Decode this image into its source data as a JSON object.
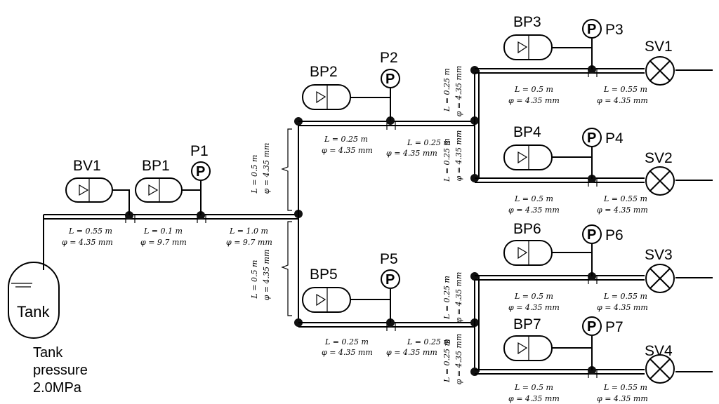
{
  "tank": {
    "label": "Tank",
    "caption": [
      "Tank",
      "pressure",
      "2.0MPa"
    ]
  },
  "components": {
    "BV1": "BV1",
    "BP1": "BP1",
    "BP2": "BP2",
    "BP3": "BP3",
    "BP4": "BP4",
    "BP5": "BP5",
    "BP6": "BP6",
    "BP7": "BP7",
    "P1": "P1",
    "P2": "P2",
    "P3": "P3",
    "P4": "P4",
    "P5": "P5",
    "P6": "P6",
    "P7": "P7",
    "SV1": "SV1",
    "SV2": "SV2",
    "SV3": "SV3",
    "SV4": "SV4",
    "p_symbol": "P"
  },
  "segments": {
    "tank_bv1": {
      "length": "L = 0.55 m",
      "diameter": "φ = 4.35 mm"
    },
    "bv1_p1": {
      "length": "L = 0.1 m",
      "diameter": "φ = 9.7 mm"
    },
    "p1_junction": {
      "length": "L = 1.0 m",
      "diameter": "φ = 9.7 mm"
    },
    "vertical_upper": {
      "length": "L = 0.5 m",
      "diameter": "φ = 4.35 mm"
    },
    "vertical_lower": {
      "length": "L = 0.5 m",
      "diameter": "φ = 4.35 mm"
    },
    "upper_left": {
      "length": "L = 0.25 m",
      "diameter": "φ = 4.35 mm"
    },
    "upper_right": {
      "length": "L = 0.25 m",
      "diameter": "φ = 4.35 mm"
    },
    "lower_left": {
      "length": "L = 0.25 m",
      "diameter": "φ = 4.35 mm"
    },
    "lower_right": {
      "length": "L = 0.25 m",
      "diameter": "φ = 4.35 mm"
    },
    "v_up_top": {
      "length": "L = 0.25 m",
      "diameter": "φ = 4.35 mm"
    },
    "v_up_bot": {
      "length": "L = 0.25 m",
      "diameter": "φ = 4.35 mm"
    },
    "v_lo_top": {
      "length": "L = 0.25 m",
      "diameter": "φ = 4.35 mm"
    },
    "v_lo_bot": {
      "length": "L = 0.25 m",
      "diameter": "φ = 4.35 mm"
    },
    "r1a": {
      "length": "L = 0.5 m",
      "diameter": "φ = 4.35 mm"
    },
    "r1b": {
      "length": "L = 0.55 m",
      "diameter": "φ = 4.35 mm"
    },
    "r2a": {
      "length": "L = 0.5 m",
      "diameter": "φ = 4.35 mm"
    },
    "r2b": {
      "length": "L = 0.55 m",
      "diameter": "φ = 4.35 mm"
    },
    "r3a": {
      "length": "L = 0.5 m",
      "diameter": "φ = 4.35 mm"
    },
    "r3b": {
      "length": "L = 0.55 m",
      "diameter": "φ = 4.35 mm"
    },
    "r4a": {
      "length": "L = 0.5 m",
      "diameter": "φ = 4.35 mm"
    },
    "r4b": {
      "length": "L = 0.55 m",
      "diameter": "φ = 4.35 mm"
    }
  }
}
